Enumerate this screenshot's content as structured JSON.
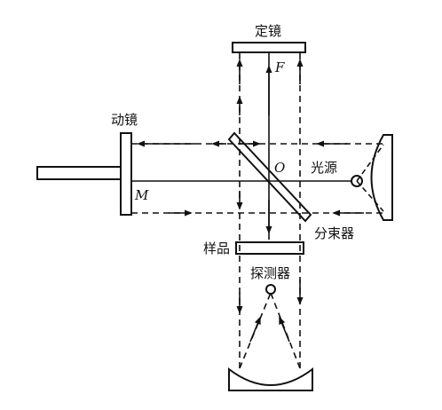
{
  "labels": {
    "fixed_mirror": "定镜",
    "moving_mirror": "动镜",
    "light_source": "光源",
    "beam_splitter": "分束器",
    "sample": "样品",
    "detector": "探测器",
    "point_f": "F",
    "point_o": "O",
    "point_m": "M"
  },
  "colors": {
    "line": "#111111",
    "background": "#ffffff"
  }
}
